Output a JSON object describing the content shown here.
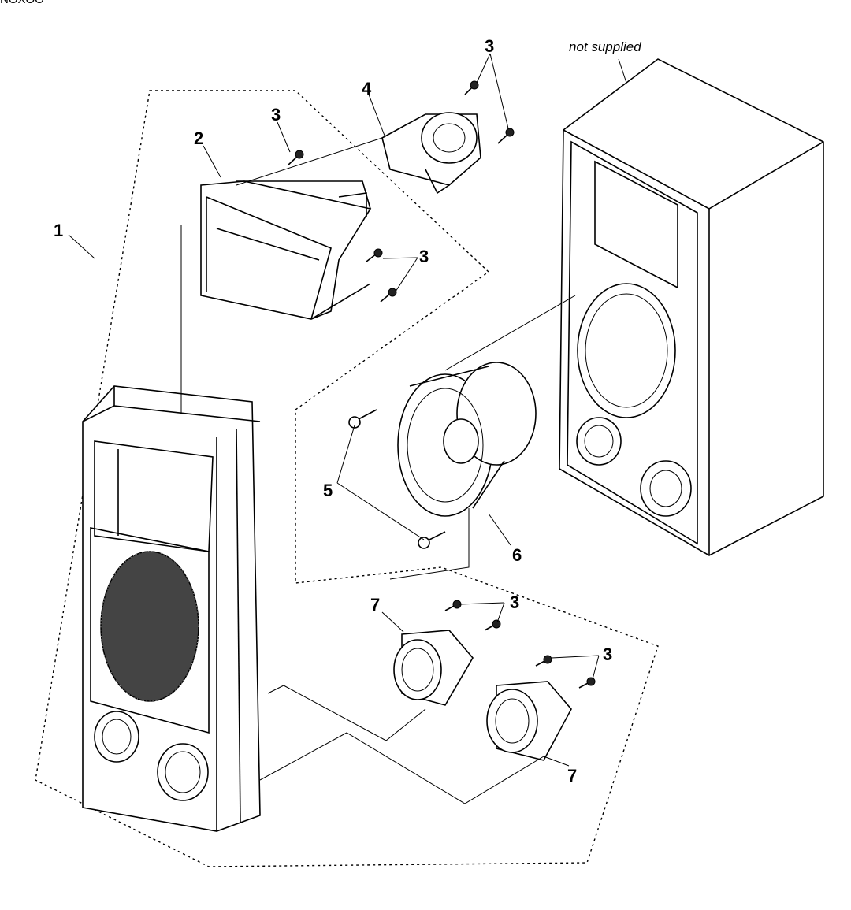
{
  "diagram": {
    "header_text": "NOXOO",
    "note_not_supplied": "not supplied",
    "callouts": {
      "c1": "1",
      "c2": "2",
      "c3_tweeter_screw": "3",
      "c3_horn_top": "3",
      "c3_horn_lower": "3",
      "c4": "4",
      "c5": "5",
      "c6": "6",
      "c7_left": "7",
      "c7_right": "7",
      "c3_port_left": "3",
      "c3_port_right": "3"
    }
  }
}
